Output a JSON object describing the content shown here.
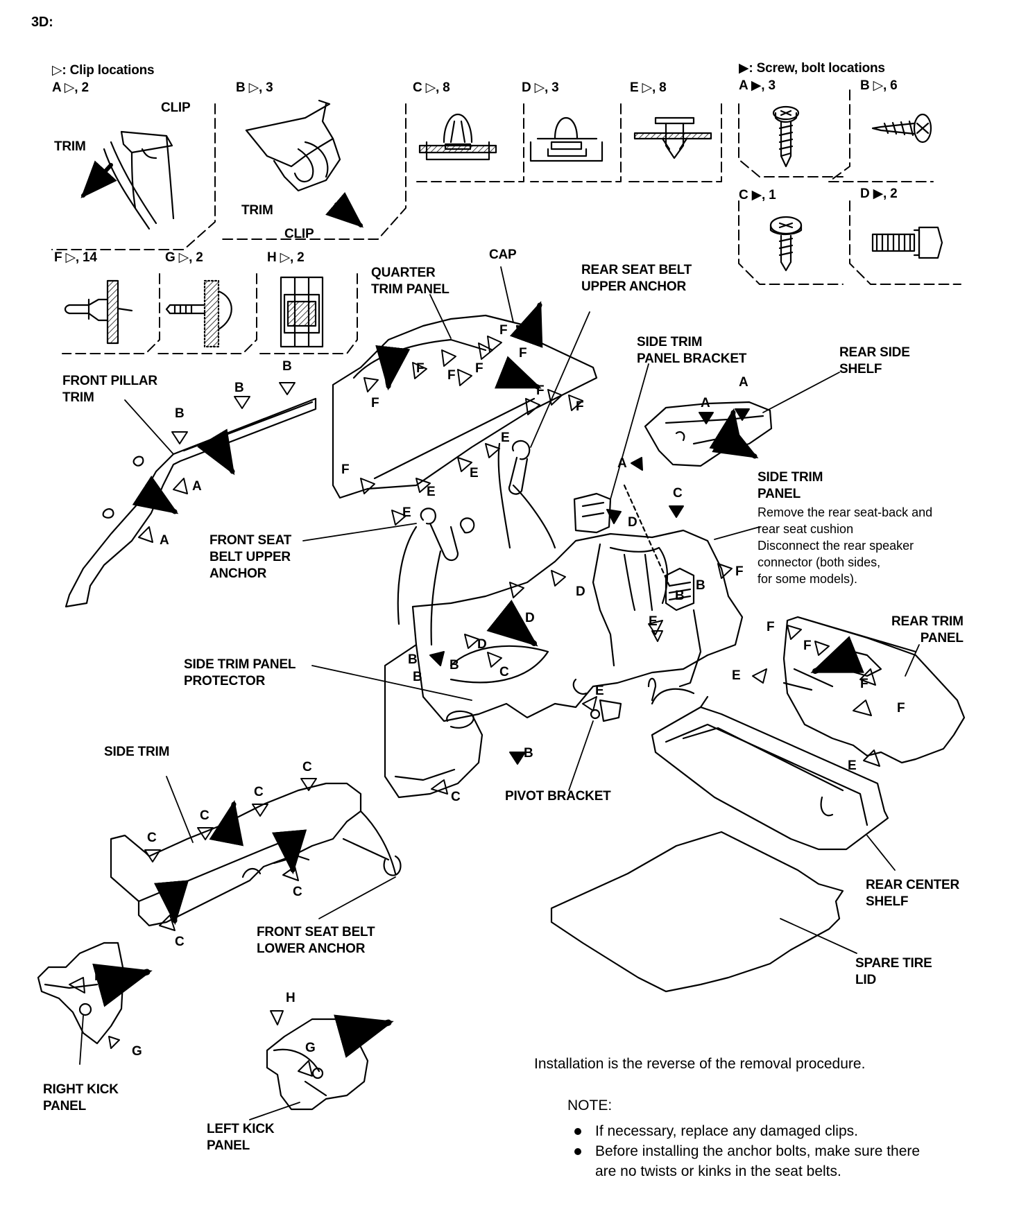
{
  "page_title": "3D:",
  "clip_legend": {
    "title": "▷: Clip locations",
    "items": [
      {
        "id": "A",
        "label": "A ▷, 2"
      },
      {
        "id": "B",
        "label": "B ▷, 3"
      },
      {
        "id": "C",
        "label": "C ▷, 8"
      },
      {
        "id": "D",
        "label": "D ▷, 3"
      },
      {
        "id": "E",
        "label": "E ▷, 8"
      },
      {
        "id": "F",
        "label": "F ▷, 14"
      },
      {
        "id": "G",
        "label": "G ▷, 2"
      },
      {
        "id": "H",
        "label": "H ▷, 2"
      }
    ],
    "detail_a": {
      "clip": "CLIP",
      "trim": "TRIM"
    },
    "detail_b": {
      "clip": "CLIP",
      "trim": "TRIM"
    }
  },
  "screw_legend": {
    "title": "▶: Screw, bolt locations",
    "items": [
      {
        "id": "A",
        "label": "A ▶, 3"
      },
      {
        "id": "B",
        "label": "B ▷, 6"
      },
      {
        "id": "C",
        "label": "C ▶, 1"
      },
      {
        "id": "D",
        "label": "D ▶, 2"
      }
    ]
  },
  "parts": {
    "front_pillar_trim": "FRONT PILLAR\nTRIM",
    "quarter_trim_panel": "QUARTER\nTRIM PANEL",
    "cap": "CAP",
    "rear_seat_belt_upper_anchor": "REAR SEAT BELT\nUPPER ANCHOR",
    "side_trim_panel_bracket": "SIDE TRIM\nPANEL BRACKET",
    "rear_side_shelf": "REAR SIDE\nSHELF",
    "side_trim_panel": "SIDE TRIM\nPANEL",
    "front_seat_belt_upper_anchor": "FRONT SEAT\nBELT UPPER\nANCHOR",
    "side_trim_panel_protector": "SIDE TRIM PANEL\nPROTECTOR",
    "rear_trim_panel": "REAR TRIM\nPANEL",
    "side_trim": "SIDE TRIM",
    "pivot_bracket": "PIVOT BRACKET",
    "front_seat_belt_lower_anchor": "FRONT SEAT BELT\nLOWER ANCHOR",
    "rear_center_shelf": "REAR CENTER\nSHELF",
    "spare_tire_lid": "SPARE TIRE\nLID",
    "right_kick_panel": "RIGHT KICK\nPANEL",
    "left_kick_panel": "LEFT KICK\nPANEL"
  },
  "side_trim_panel_note": "Remove the rear seat-back and\nrear seat cushion\nDisconnect the rear speaker\nconnector (both sides,\n for some models).",
  "installation_text": "Installation is the reverse of the removal procedure.",
  "note": {
    "heading": "NOTE:",
    "items": [
      "If necessary, replace any damaged clips.",
      "Before installing the anchor bolts, make sure there\nare no twists or kinks in the seat belts."
    ]
  },
  "callouts": [
    "A",
    "B",
    "C",
    "D",
    "E",
    "F",
    "G",
    "H"
  ]
}
